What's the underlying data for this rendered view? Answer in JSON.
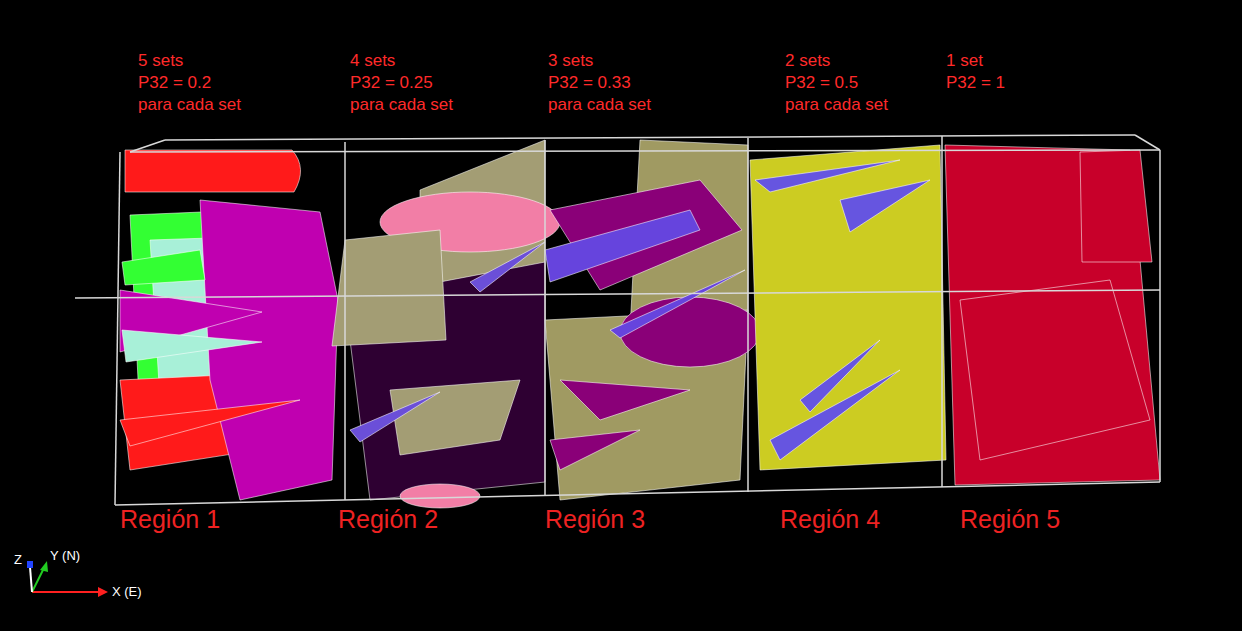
{
  "diagram": {
    "nodes": [
      {
        "text": [
          "5 sets",
          "P32 = 0.2",
          "para cada set",
          "Región 1"
        ]
      },
      {
        "text": [
          "4 sets",
          "P32 = 0.25",
          "para cada set",
          "Región 2"
        ]
      },
      {
        "text": [
          "3 sets",
          "P32 = 0.33",
          "para cada set",
          "Región 3"
        ]
      },
      {
        "text": [
          "2 sets",
          "P32 = 0.5",
          "para cada set",
          "Región 4"
        ]
      },
      {
        "text": [
          "1 set",
          "P32 = 1",
          "Región 5"
        ]
      }
    ],
    "labels": [
      "Z",
      "Y (N)",
      "X (E)"
    ]
  }
}
